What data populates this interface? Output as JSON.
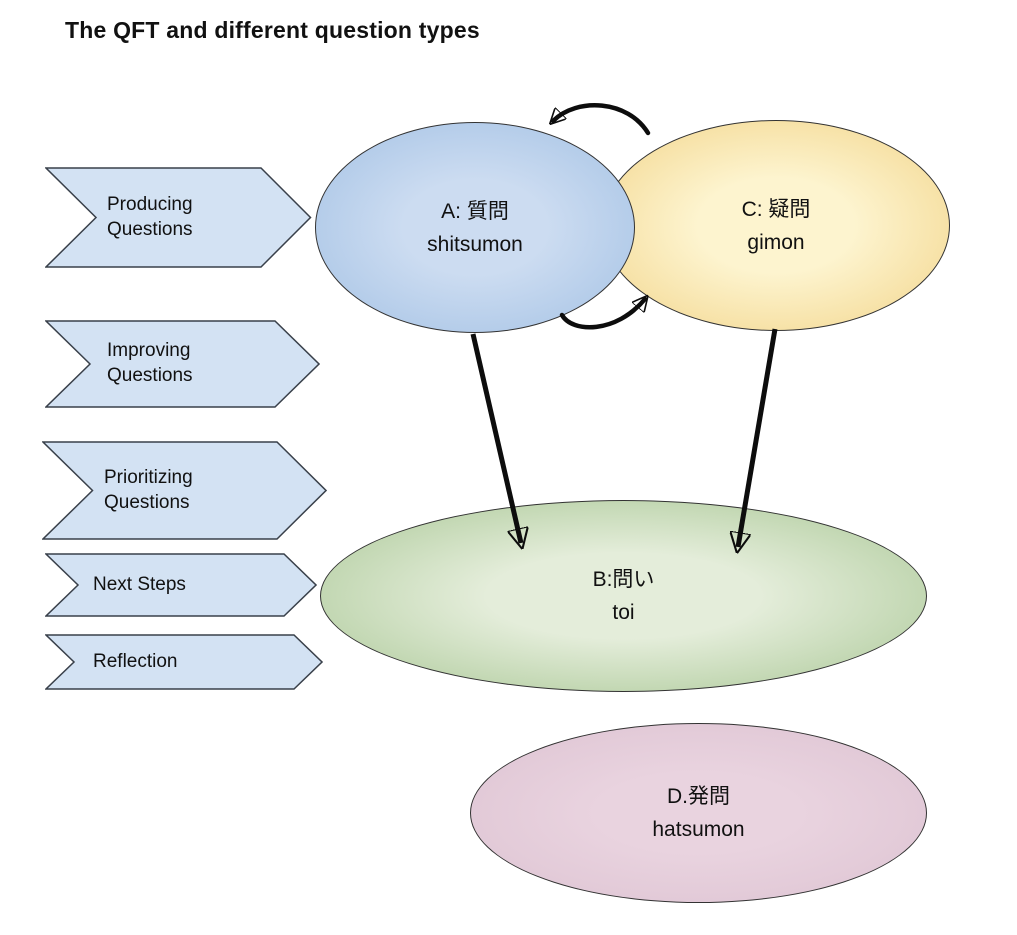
{
  "title": "The QFT and different question types",
  "steps": [
    {
      "label": "Producing\nQuestions"
    },
    {
      "label": "Improving\nQuestions"
    },
    {
      "label": "Prioritizing\nQuestions"
    },
    {
      "label": "Next Steps"
    },
    {
      "label": "Reflection"
    }
  ],
  "ellipses": [
    {
      "id": "A",
      "jp": "A: 質問",
      "romaji": "shitsumon",
      "fill_center": "#ccdcf1",
      "fill_edge": "#a3c1e4"
    },
    {
      "id": "C",
      "jp": "C: 疑問",
      "romaji": "gimon",
      "fill_center": "#fdf4cf",
      "fill_edge": "#f2d489"
    },
    {
      "id": "B",
      "jp": "B:問い",
      "romaji": "toi",
      "fill_center": "#e4edda",
      "fill_edge": "#a9c795"
    },
    {
      "id": "D",
      "jp": "D.発問",
      "romaji": "hatsumon",
      "fill_center": "#e9d3df",
      "fill_edge": "#ddc3d2"
    }
  ],
  "relations": [
    {
      "from": "C",
      "to": "A",
      "style": "curved"
    },
    {
      "from": "A",
      "to": "C",
      "style": "curved"
    },
    {
      "from": "A",
      "to": "B",
      "style": "straight"
    },
    {
      "from": "C",
      "to": "B",
      "style": "straight"
    }
  ],
  "colors": {
    "chevron_fill": "#d3e2f3",
    "chevron_stroke": "#39404a",
    "shape_stroke": "#333333",
    "arrow_color": "#0d0d0d",
    "text_color": "#111111",
    "background": "#ffffff"
  }
}
